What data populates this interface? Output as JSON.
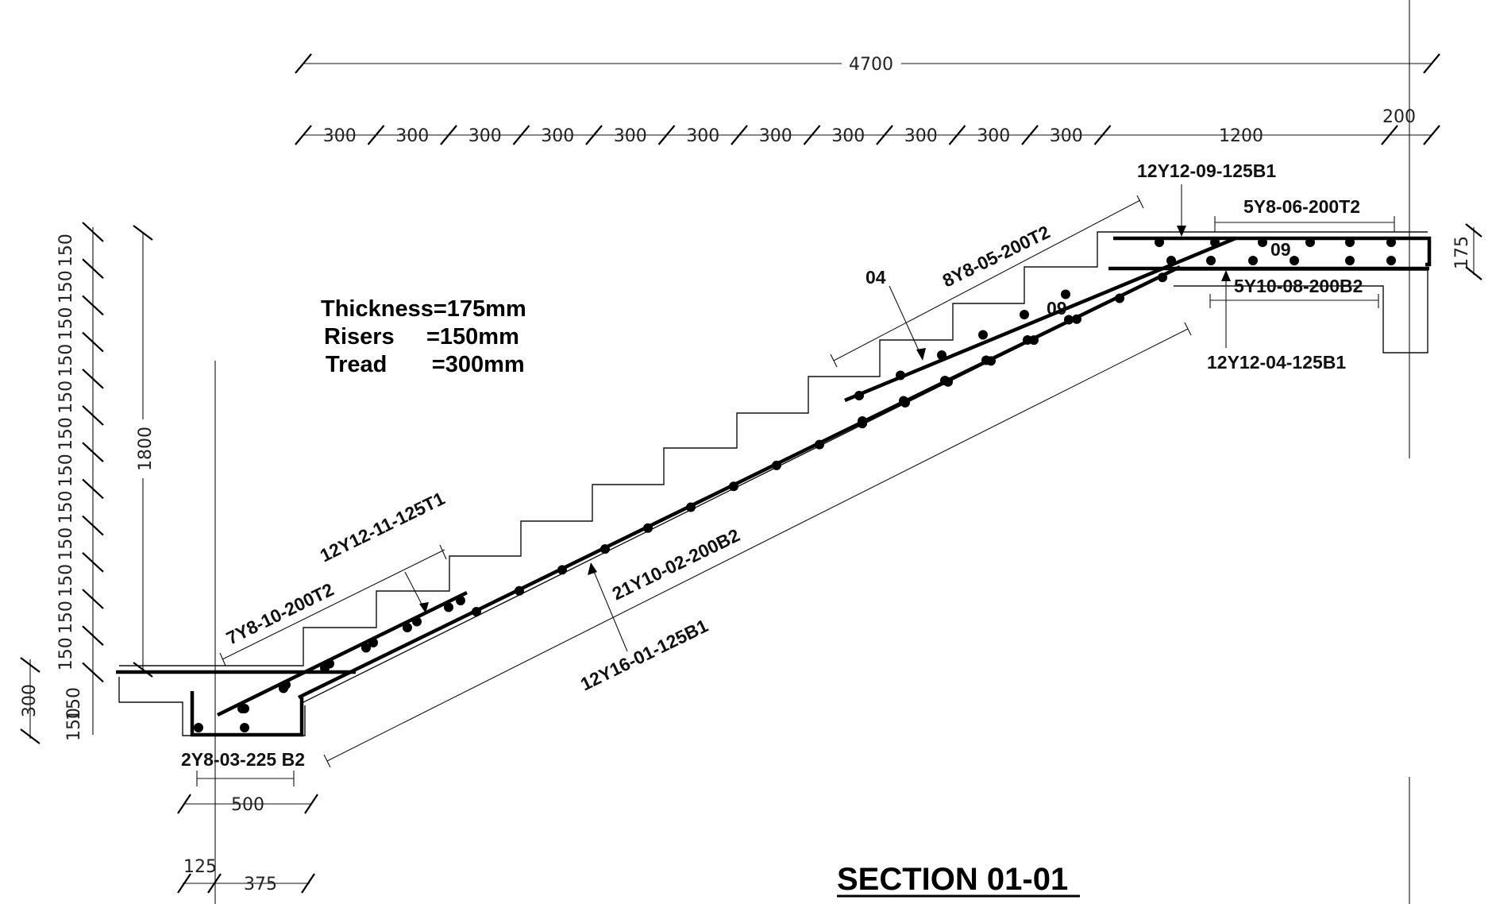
{
  "title": "SECTION 01-01",
  "notes": {
    "thickness": "Thickness=175mm",
    "risers": "Risers     =150mm",
    "tread": "Tread       =300mm"
  },
  "dimensions": {
    "overall": "4700",
    "treads": [
      "300",
      "300",
      "300",
      "300",
      "300",
      "300",
      "300",
      "300",
      "300",
      "300",
      "300"
    ],
    "landing": "1200",
    "wall": "200",
    "vertical_total": "1800",
    "risers_v": [
      "150",
      "150",
      "150",
      "150",
      "150",
      "150",
      "150",
      "150",
      "150",
      "150",
      "150",
      "150"
    ],
    "footing_depth": "300",
    "footing_upper": "150",
    "footing_lower": "150",
    "landing_thickness": "175",
    "footing_width": "500",
    "footing_left": "125",
    "footing_right": "375"
  },
  "bar_labels": {
    "b01": "12Y16-01-125B1",
    "b02": "21Y10-02-200B2",
    "b03": "2Y8-03-225 B2",
    "b04": "04",
    "b05": "8Y8-05-200T2",
    "b06": "5Y8-06-200T2",
    "b08": "5Y10-08-200B2",
    "b09": "12Y12-09-125B1",
    "b09tag": "09",
    "b09tag2": "09",
    "b10": "7Y8-10-200T2",
    "b11": "12Y12-11-125T1",
    "b04b": "12Y12-04-125B1"
  }
}
